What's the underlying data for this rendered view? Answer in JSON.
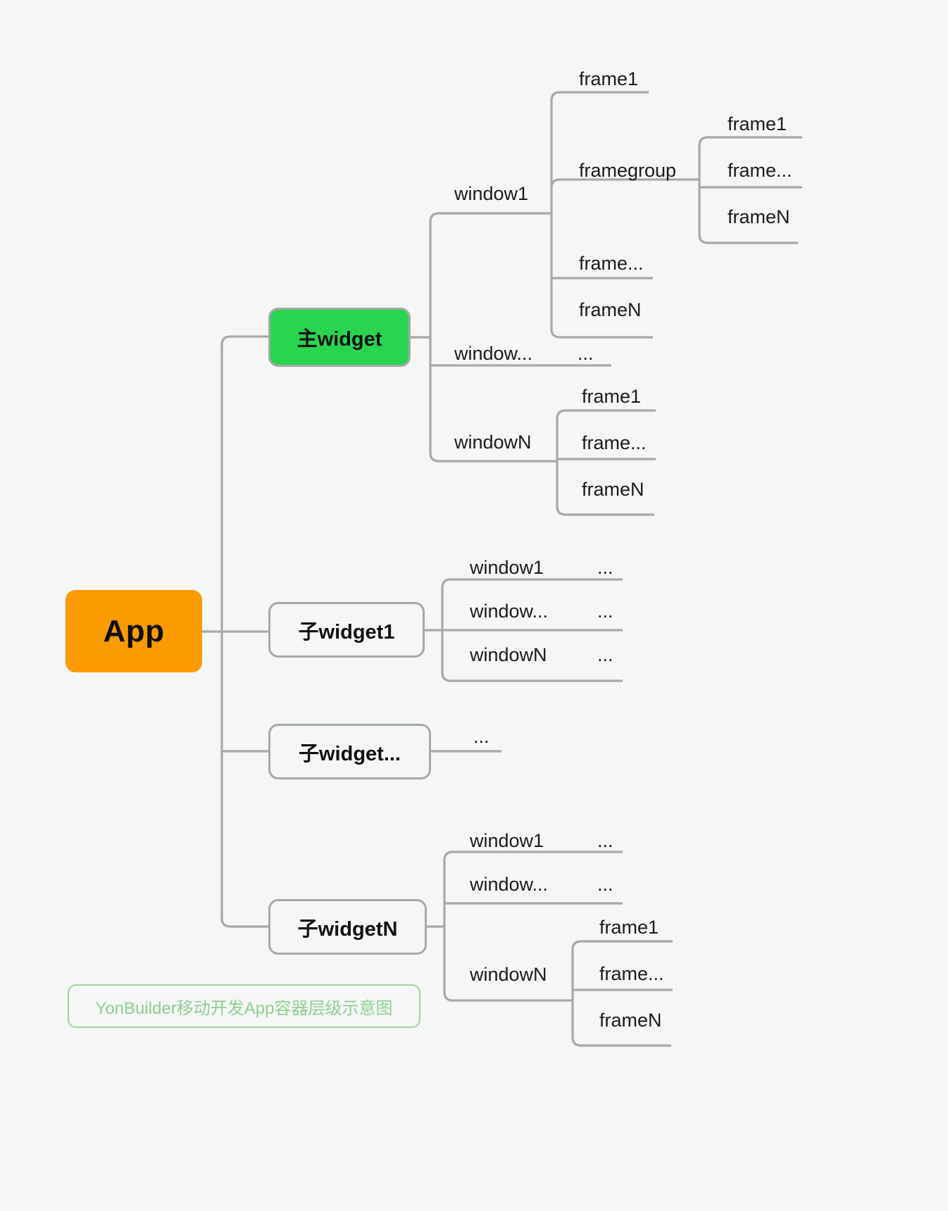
{
  "diagram": {
    "title_caption": "YonBuilder移动开发App容器层级示意图",
    "colors": {
      "background": "#f5f6f6",
      "root_fill": "#fb9b00",
      "main_widget_fill": "#29d44f",
      "node_border": "#a6aaa4",
      "link_stroke": "#a6aaa4",
      "caption_border": "#9bd79b",
      "caption_text": "#8fcf8f",
      "text": "#1b1b1b"
    },
    "root": {
      "label": "App"
    },
    "branches": {
      "main_widget": {
        "label": "主widget"
      },
      "sub_widget_1": {
        "label": "子widget1"
      },
      "sub_widget_ellipsis": {
        "label": "子widget..."
      },
      "sub_widget_n": {
        "label": "子widgetN"
      }
    },
    "main_widget_children": [
      {
        "label": "window1"
      },
      {
        "label": "window...",
        "trailing": "..."
      },
      {
        "label": "windowN"
      }
    ],
    "window1_frames": [
      {
        "label": "frame1"
      },
      {
        "label": "framegroup"
      },
      {
        "label": "frame..."
      },
      {
        "label": "frameN"
      }
    ],
    "framegroup_children": [
      {
        "label": "frame1"
      },
      {
        "label": "frame..."
      },
      {
        "label": "frameN"
      }
    ],
    "main_windown_frames": [
      {
        "label": "frame1"
      },
      {
        "label": "frame..."
      },
      {
        "label": "frameN"
      }
    ],
    "sub_widget_1_children": [
      {
        "label": "window1",
        "trailing": "..."
      },
      {
        "label": "window...",
        "trailing": "..."
      },
      {
        "label": "windowN",
        "trailing": "..."
      }
    ],
    "sub_widget_ellipsis_children": [
      {
        "label": "..."
      }
    ],
    "sub_widget_n_children": [
      {
        "label": "window1",
        "trailing": "..."
      },
      {
        "label": "window...",
        "trailing": "..."
      },
      {
        "label": "windowN"
      }
    ],
    "sub_widget_n_windown_frames": [
      {
        "label": "frame1"
      },
      {
        "label": "frame..."
      },
      {
        "label": "frameN"
      }
    ]
  }
}
